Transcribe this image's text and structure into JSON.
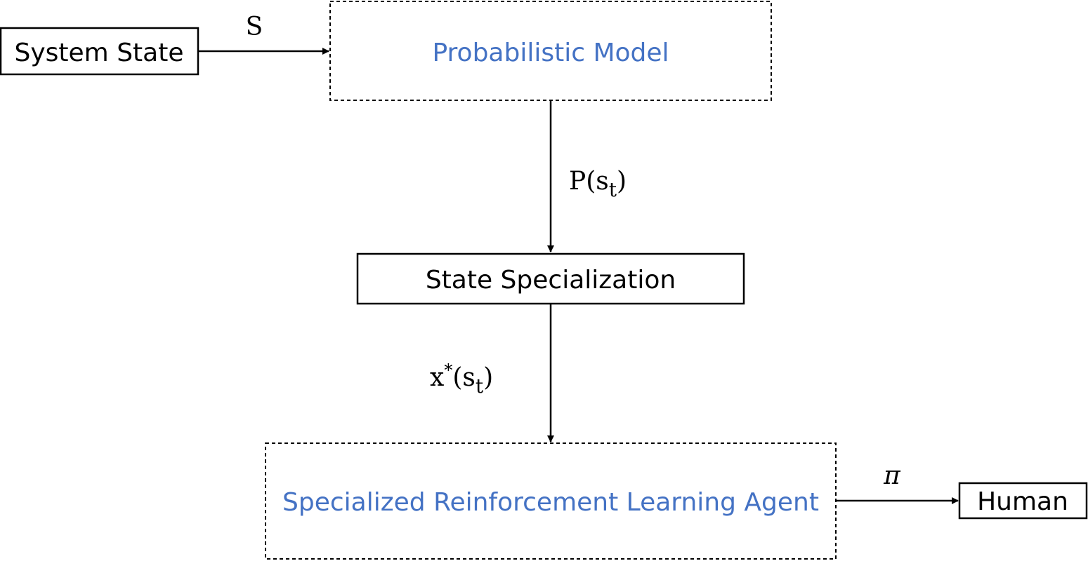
{
  "nodes": {
    "system_state": {
      "label": "System State",
      "style": "solid"
    },
    "probabilistic_model": {
      "label": "Probabilistic Model",
      "style": "dashed"
    },
    "state_specialization": {
      "label": "State Specialization",
      "style": "solid"
    },
    "rl_agent": {
      "label": "Specialized Reinforcement Learning Agent",
      "style": "dashed"
    },
    "human": {
      "label": "Human",
      "style": "solid"
    }
  },
  "edges": {
    "state_to_model": {
      "from": "System State",
      "to": "Probabilistic Model",
      "label": "S"
    },
    "model_to_specialization": {
      "from": "Probabilistic Model",
      "to": "State Specialization",
      "label_prefix": "P",
      "label_math": "(s",
      "label_sub": "t",
      "label_close": ")"
    },
    "specialization_to_agent": {
      "from": "State Specialization",
      "to": "Specialized Reinforcement Learning Agent",
      "label_math": "x",
      "label_sup": "*",
      "label_mid": "(s",
      "label_sub": "t",
      "label_close": ")"
    },
    "agent_to_human": {
      "from": "Specialized Reinforcement Learning Agent",
      "to": "Human",
      "label": "π"
    }
  },
  "colors": {
    "accent_text": "#4472C4",
    "line": "#000000",
    "background": "#ffffff"
  }
}
